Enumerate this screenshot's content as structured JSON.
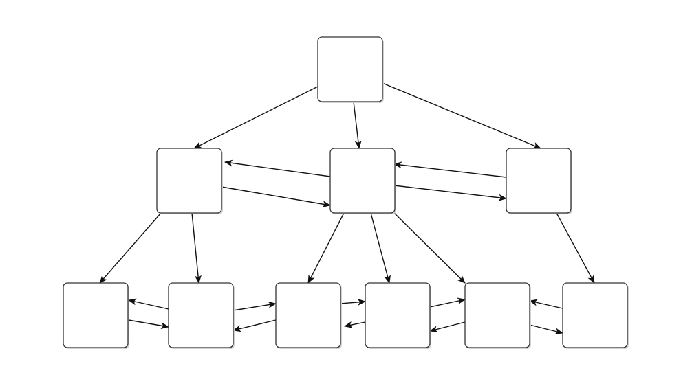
{
  "diagram": {
    "type": "tree-with-sibling-links",
    "node_count": 10,
    "colors": {
      "background": "#ffffff",
      "node_fill": "#ffffff",
      "node_border": "#333333",
      "edge": "#111111"
    },
    "nodes": [
      {
        "id": "root",
        "level": 0,
        "label": ""
      },
      {
        "id": "l1-a",
        "level": 1,
        "label": ""
      },
      {
        "id": "l1-b",
        "level": 1,
        "label": ""
      },
      {
        "id": "l1-c",
        "level": 1,
        "label": ""
      },
      {
        "id": "l2-a",
        "level": 2,
        "label": ""
      },
      {
        "id": "l2-b",
        "level": 2,
        "label": ""
      },
      {
        "id": "l2-c",
        "level": 2,
        "label": ""
      },
      {
        "id": "l2-d",
        "level": 2,
        "label": ""
      },
      {
        "id": "l2-e",
        "level": 2,
        "label": ""
      },
      {
        "id": "l2-f",
        "level": 2,
        "label": ""
      }
    ],
    "edges": [
      {
        "from": "root",
        "to": "l1-a"
      },
      {
        "from": "root",
        "to": "l1-b"
      },
      {
        "from": "root",
        "to": "l1-c"
      },
      {
        "from": "l1-a",
        "to": "l2-a"
      },
      {
        "from": "l1-a",
        "to": "l2-b"
      },
      {
        "from": "l1-b",
        "to": "l2-c"
      },
      {
        "from": "l1-b",
        "to": "l2-d"
      },
      {
        "from": "l1-b",
        "to": "l2-e"
      },
      {
        "from": "l1-c",
        "to": "l2-f"
      },
      {
        "from": "l1-b",
        "to": "l1-a"
      },
      {
        "from": "l1-a",
        "to": "l1-b"
      },
      {
        "from": "l1-c",
        "to": "l1-b"
      },
      {
        "from": "l1-b",
        "to": "l1-c"
      },
      {
        "from": "l2-b",
        "to": "l2-a"
      },
      {
        "from": "l2-a",
        "to": "l2-b"
      },
      {
        "from": "l2-b",
        "to": "l2-c"
      },
      {
        "from": "l2-c",
        "to": "l2-b"
      },
      {
        "from": "l2-c",
        "to": "l2-d"
      },
      {
        "from": "l2-d",
        "to": "l2-c"
      },
      {
        "from": "l2-d",
        "to": "l2-e"
      },
      {
        "from": "l2-e",
        "to": "l2-d"
      },
      {
        "from": "l2-f",
        "to": "l2-e"
      },
      {
        "from": "l2-e",
        "to": "l2-f"
      }
    ]
  }
}
